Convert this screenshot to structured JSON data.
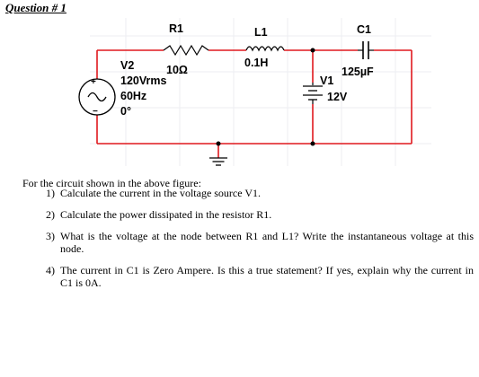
{
  "heading": "Question # 1",
  "circuit": {
    "r1": {
      "name": "R1",
      "value": "10Ω"
    },
    "l1": {
      "name": "L1",
      "value": "0.1H"
    },
    "c1": {
      "name": "C1",
      "value": "125µF"
    },
    "v1": {
      "name": "V1",
      "value": "12V"
    },
    "v2": {
      "name": "V2",
      "amplitude": "120Vrms",
      "frequency": "60Hz",
      "phase": "0°"
    }
  },
  "intro": "For the circuit shown in the above figure:",
  "questions": [
    {
      "number": "1)",
      "text": "Calculate the current in the voltage source V1."
    },
    {
      "number": "2)",
      "text": "Calculate the power dissipated in the resistor R1."
    },
    {
      "number": "3)",
      "text": "What is the voltage at the node between R1 and L1? Write the instantaneous voltage at this node."
    },
    {
      "number": "4)",
      "text": "The current in C1 is Zero Ampere. Is this a true statement? If yes, explain why the current in C1 is 0A."
    }
  ]
}
